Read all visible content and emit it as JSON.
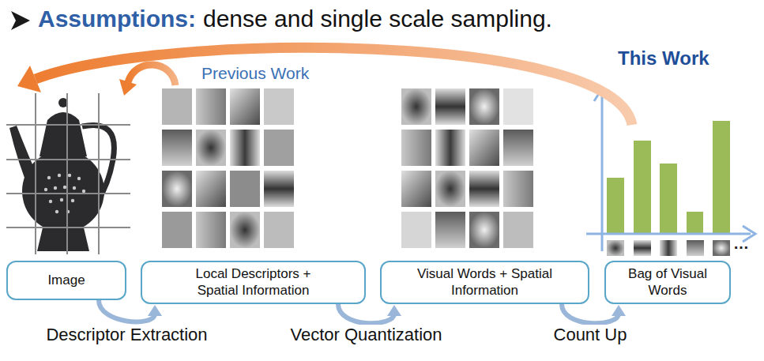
{
  "diagram": {
    "nodes": [
      {
        "text": [
          "Image"
        ]
      },
      {
        "text": [
          "Local Descriptors + Spatial Information"
        ]
      },
      {
        "text": [
          "Visual Words + Spatial Information"
        ]
      },
      {
        "text": [
          "Bag of Visual Words"
        ]
      }
    ],
    "edges": [
      {
        "from": 0,
        "to": 1,
        "arrow": "to",
        "label": "Descriptor Extraction"
      },
      {
        "from": 1,
        "to": 2,
        "arrow": "to",
        "label": "Vector Quantization"
      },
      {
        "from": 2,
        "to": 3,
        "arrow": "to",
        "label": "Count Up"
      }
    ],
    "labels": [
      "Assumptions:",
      "dense and single scale sampling.",
      "Previous Work",
      "This Work",
      "…"
    ]
  }
}
